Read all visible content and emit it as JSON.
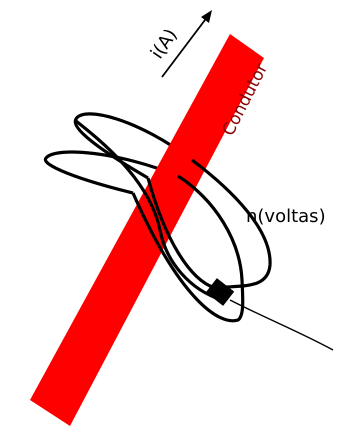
{
  "diagram": {
    "current_label": "i(A)",
    "conductor_label": "Condutor",
    "turns_label": "n(voltas)"
  },
  "colors": {
    "conductor_fill": "#ff0000",
    "conductor_text": "#8b0000",
    "stroke": "#000000",
    "background": "#ffffff"
  }
}
